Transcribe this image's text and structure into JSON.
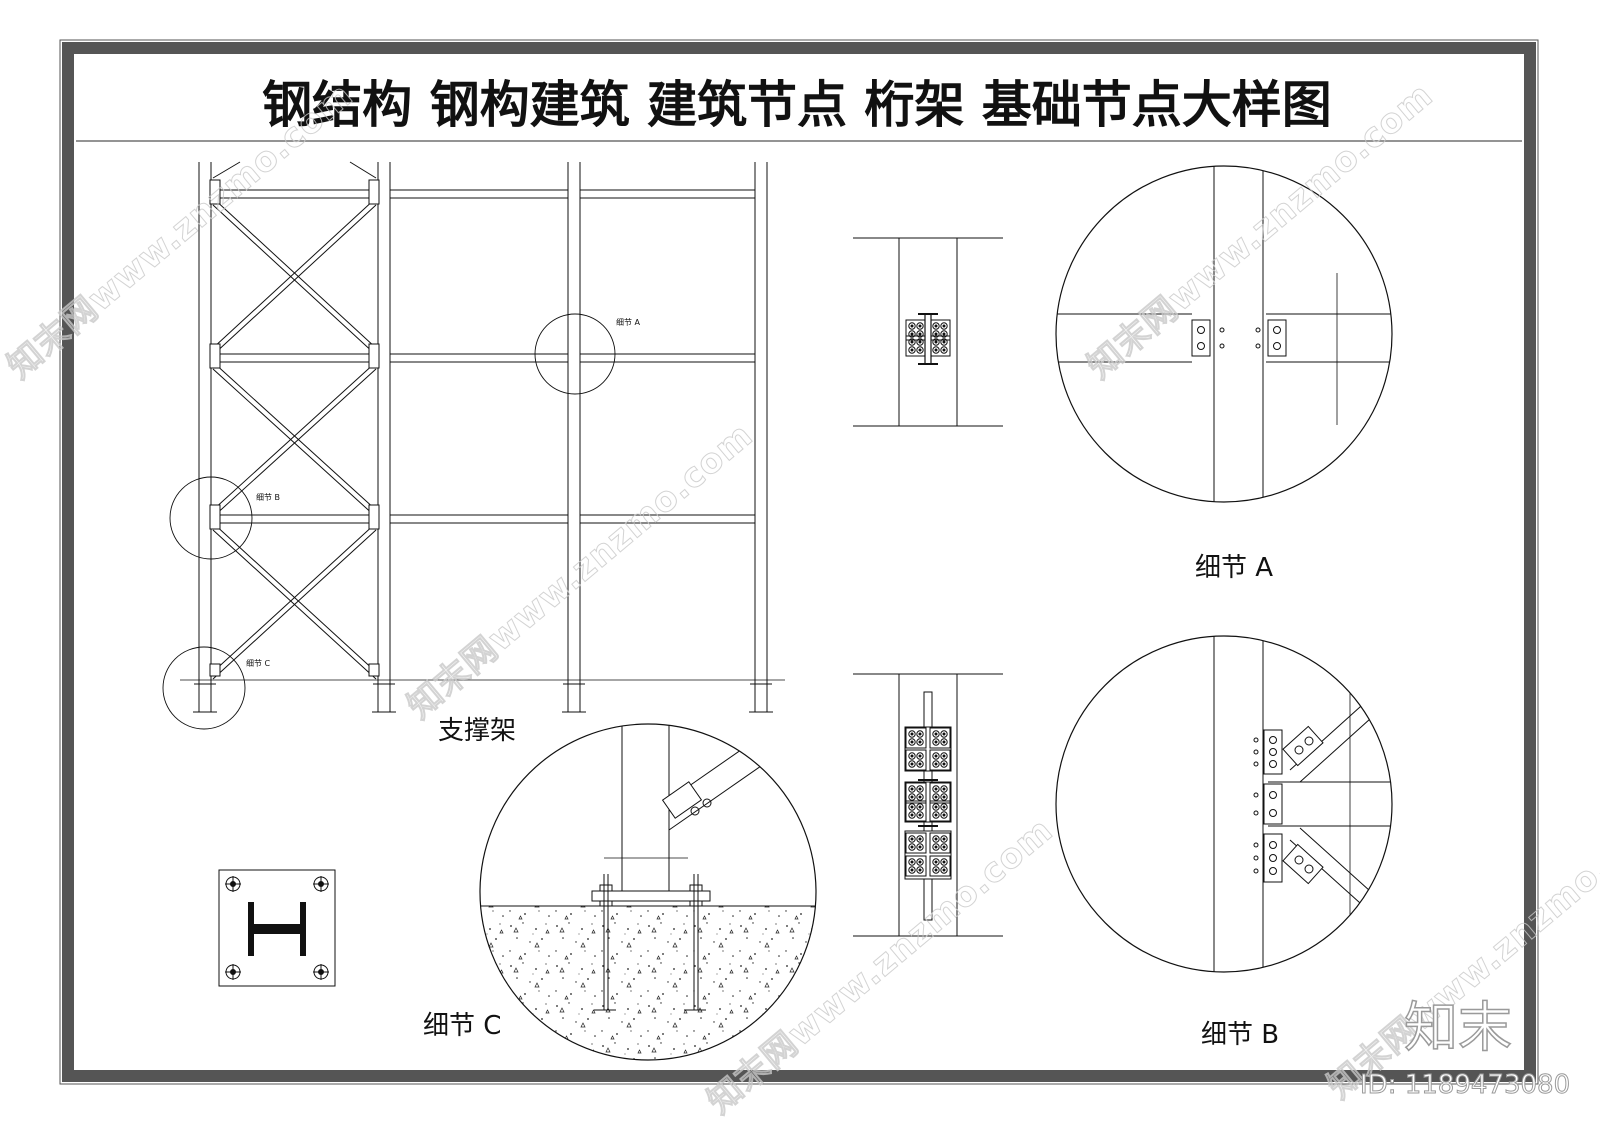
{
  "title": "钢结构  钢构建筑  建筑节点  桁架  基础节点大样图",
  "frame_label": "支撑架",
  "detail_labels": {
    "a_small": "细节 A",
    "b_small": "细节 B",
    "c_small": "细节 C",
    "a_big": "细节  A",
    "b_big": "细节  B",
    "c_big": "细节  C"
  },
  "watermark": {
    "text": "知末网www.znzmo.com",
    "brand": "知末",
    "id": "ID: 1189473080"
  },
  "colors": {
    "ink": "#111111",
    "frame": "#555555",
    "watermark": "#c9c9c9"
  }
}
